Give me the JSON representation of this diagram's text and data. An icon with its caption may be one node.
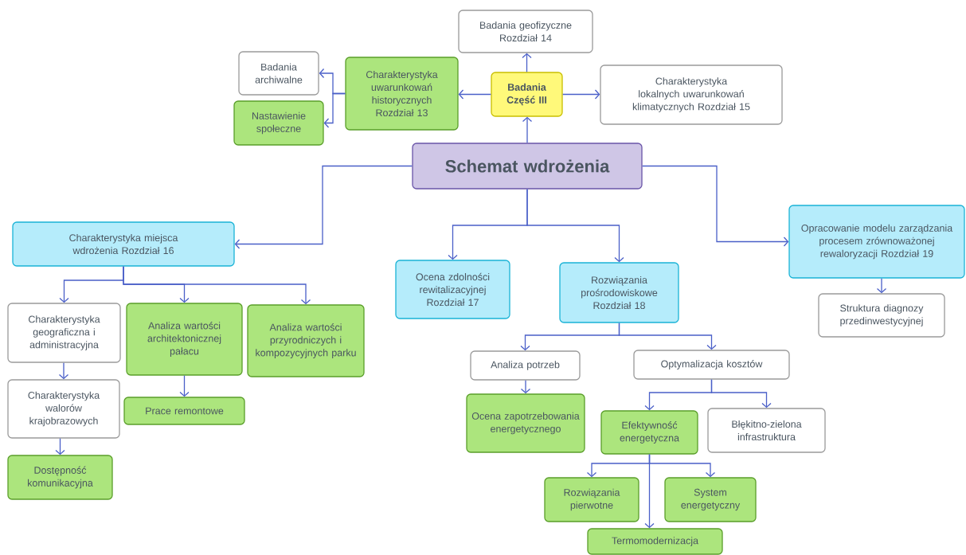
{
  "diagram": {
    "nodes": [
      {
        "text": [
          "Schemat wdrożenia"
        ]
      },
      {
        "text": [
          "Badania Część III"
        ]
      },
      {
        "text": [
          "Badania geofizyczne Rozdział 14"
        ]
      },
      {
        "text": [
          "Charakterystyka uwarunkowań historycznych Rozdział 13"
        ]
      },
      {
        "text": [
          "Badania archiwalne"
        ]
      },
      {
        "text": [
          "Nastawienie społeczne"
        ]
      },
      {
        "text": [
          "Charakterystyka lokalnych uwarunkowań klimatycznych Rozdział 15"
        ]
      },
      {
        "text": [
          "Charakterystyka miejsca wdrożenia Rozdział 16"
        ]
      },
      {
        "text": [
          "Charakterystyka geograficzna i administracyjna"
        ]
      },
      {
        "text": [
          "Analiza wartości architektonicznej pałacu"
        ]
      },
      {
        "text": [
          "Analiza wartości przyrodniczych i kompozycyjnych parku"
        ]
      },
      {
        "text": [
          "Charakterystyka walorów krajobrazowych"
        ]
      },
      {
        "text": [
          "Prace remontowe"
        ]
      },
      {
        "text": [
          "Dostępność komunikacyjna"
        ]
      },
      {
        "text": [
          "Ocena zdolności rewitalizacyjnej Rozdział 17"
        ]
      },
      {
        "text": [
          "Rozwiązania prośrodowiskowe Rozdział 18"
        ]
      },
      {
        "text": [
          "Opracowanie modelu zarządzania procesem zrównoważonej rewaloryzacji Rozdział 19"
        ]
      },
      {
        "text": [
          "Struktura diagnozy przedinwestycyjnej"
        ]
      },
      {
        "text": [
          "Analiza potrzeb"
        ]
      },
      {
        "text": [
          "Optymalizacja kosztów"
        ]
      },
      {
        "text": [
          "Ocena zapotrzebowania energetycznego"
        ]
      },
      {
        "text": [
          "Efektywność energetyczna"
        ]
      },
      {
        "text": [
          "Błękitno-zielona infrastruktura"
        ]
      },
      {
        "text": [
          "Rozwiązania pierwotne"
        ]
      },
      {
        "text": [
          "System energetyczny"
        ]
      },
      {
        "text": [
          "Termomodernizacja"
        ]
      }
    ],
    "edges": [
      {
        "from": 0,
        "to": 1,
        "arrow": "to"
      },
      {
        "from": 1,
        "to": 2,
        "arrow": "to"
      },
      {
        "from": 1,
        "to": 3,
        "arrow": "to"
      },
      {
        "from": 1,
        "to": 6,
        "arrow": "to"
      },
      {
        "from": 3,
        "to": 4,
        "arrow": "to"
      },
      {
        "from": 3,
        "to": 5,
        "arrow": "to"
      },
      {
        "from": 0,
        "to": 7,
        "arrow": "to"
      },
      {
        "from": 0,
        "to": 14,
        "arrow": "to"
      },
      {
        "from": 0,
        "to": 15,
        "arrow": "to"
      },
      {
        "from": 0,
        "to": 16,
        "arrow": "to"
      },
      {
        "from": 7,
        "to": 8,
        "arrow": "to"
      },
      {
        "from": 7,
        "to": 9,
        "arrow": "to"
      },
      {
        "from": 7,
        "to": 10,
        "arrow": "to"
      },
      {
        "from": 8,
        "to": 11,
        "arrow": "to"
      },
      {
        "from": 11,
        "to": 13,
        "arrow": "to"
      },
      {
        "from": 9,
        "to": 12,
        "arrow": "to"
      },
      {
        "from": 16,
        "to": 17,
        "arrow": "to"
      },
      {
        "from": 15,
        "to": 18,
        "arrow": "to"
      },
      {
        "from": 15,
        "to": 19,
        "arrow": "to"
      },
      {
        "from": 18,
        "to": 20,
        "arrow": "to"
      },
      {
        "from": 19,
        "to": 21,
        "arrow": "to"
      },
      {
        "from": 19,
        "to": 22,
        "arrow": "to"
      },
      {
        "from": 21,
        "to": 23,
        "arrow": "to"
      },
      {
        "from": 21,
        "to": 24,
        "arrow": "to"
      },
      {
        "from": 21,
        "to": 25,
        "arrow": "to"
      }
    ]
  }
}
